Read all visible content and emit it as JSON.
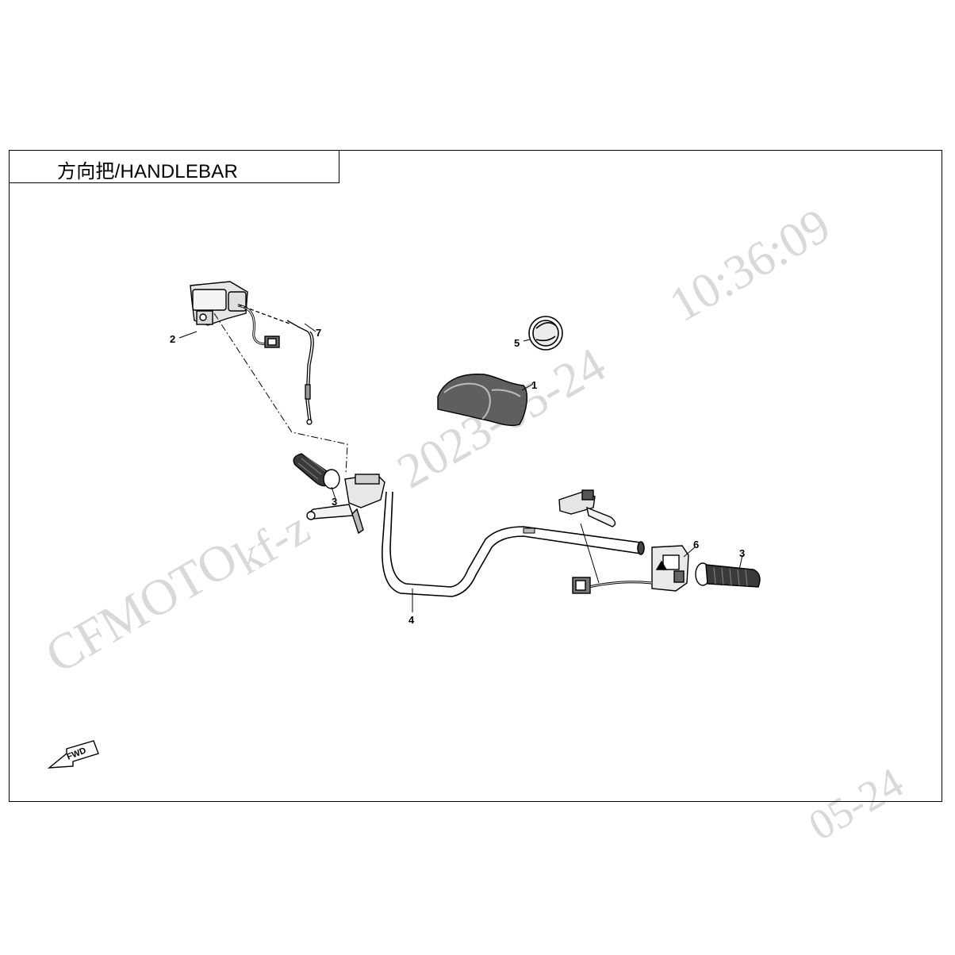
{
  "title": "方向把/HANDLEBAR",
  "watermark": {
    "brand": "CFMOTO",
    "user": "kf-z",
    "date": "2023-05-24",
    "time": "10:36:09",
    "corner_date": "05-24"
  },
  "fwd_label": "FWD",
  "callouts": [
    {
      "id": "1",
      "label": "1"
    },
    {
      "id": "2",
      "label": "2"
    },
    {
      "id": "3a",
      "label": "3"
    },
    {
      "id": "3b",
      "label": "3"
    },
    {
      "id": "4",
      "label": "4"
    },
    {
      "id": "5",
      "label": "5"
    },
    {
      "id": "6",
      "label": "6"
    },
    {
      "id": "7",
      "label": "7"
    }
  ]
}
